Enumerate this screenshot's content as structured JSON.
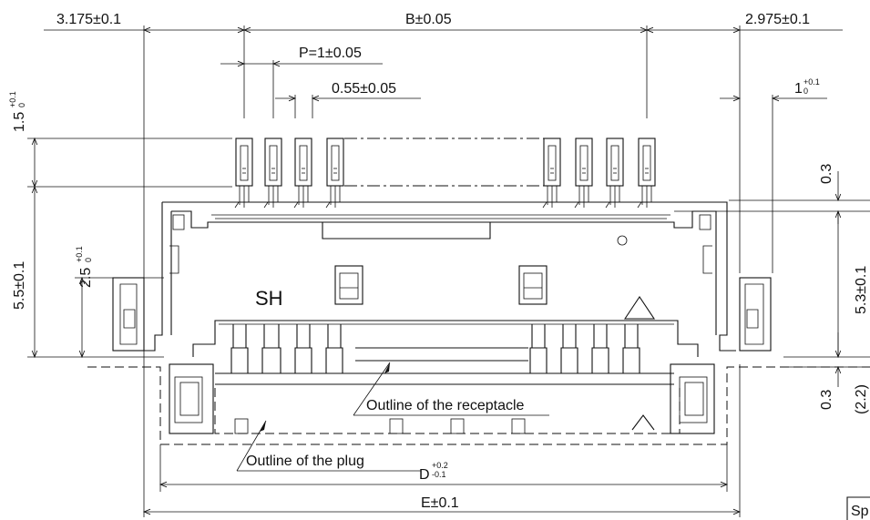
{
  "diagram": {
    "dimensions": {
      "left_pitch": "3.175±0.1",
      "b_dim": "B±0.05",
      "right_pitch": "2.975±0.1",
      "pitch": "P=1±0.05",
      "pin_width": "0.55±0.05",
      "top_right_main": "1",
      "top_right_tol_upper": "+0.1",
      "top_right_tol_lower": "0",
      "left_1_5_main": "1.5",
      "left_1_5_tol_upper": "+0.1",
      "left_1_5_tol_lower": "0",
      "height_5_5": "5.5±0.1",
      "height_2_5_main": "2.5",
      "height_2_5_tol_upper": "+0.1",
      "height_2_5_tol_lower": "0",
      "right_0_3_top": "0.3",
      "right_5_3": "5.3±0.1",
      "right_0_3_bottom": "0.3",
      "right_2_2": "(2.2)",
      "d_main": "D",
      "d_tol_upper": "+0.2",
      "d_tol_lower": "-0.1",
      "e_dim": "E±0.1"
    },
    "labels": {
      "mark": "SH",
      "receptacle": "Outline of the receptacle",
      "plug": "Outline of the plug",
      "corner_box": "Sp"
    }
  }
}
